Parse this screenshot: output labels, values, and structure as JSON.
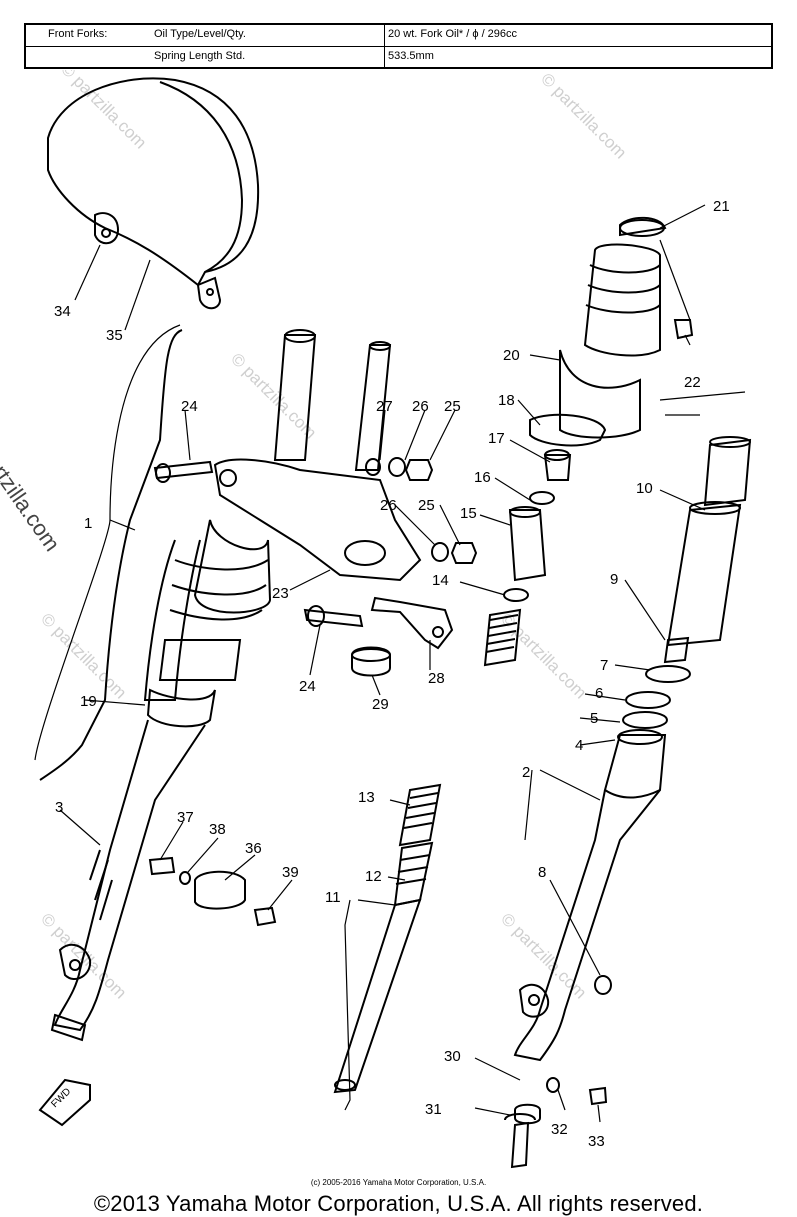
{
  "spec_table": {
    "row1": {
      "section": "Front Forks:",
      "label": "Oil Type/Level/Qty.",
      "value": "20 wt. Fork Oil* / ϕ / 296cc"
    },
    "row2": {
      "label": "Spring Length Std.",
      "value": "533.5mm"
    }
  },
  "callouts": [
    "1",
    "2",
    "3",
    "4",
    "5",
    "6",
    "7",
    "8",
    "9",
    "10",
    "11",
    "12",
    "13",
    "14",
    "15",
    "16",
    "17",
    "18",
    "19",
    "20",
    "21",
    "22",
    "23",
    "24",
    "24",
    "25",
    "25",
    "26",
    "26",
    "27",
    "28",
    "29",
    "30",
    "31",
    "32",
    "33",
    "34",
    "35",
    "36",
    "37",
    "38",
    "39"
  ],
  "fwd_label": "FWD",
  "watermark": "© Partzilla.com",
  "watermark_small": "© partzilla.com",
  "copyright_small": "(c) 2005-2016 Yamaha Motor Corporation, U.S.A.",
  "copyright": "©2013 Yamaha Motor Corporation, U.S.A. All rights reserved."
}
